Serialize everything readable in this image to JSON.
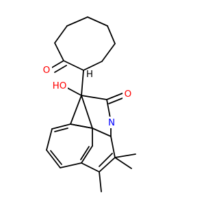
{
  "molecule": {
    "atom_labels": {
      "ketone_oxygen": "O",
      "lactam_oxygen": "O",
      "nitrogen": "N",
      "hydroxyl": "HO",
      "ring_junction_h": "H"
    },
    "colors": {
      "carbon_bond": "#000000",
      "oxygen": "#ff0000",
      "nitrogen": "#0000ff",
      "background": "#ffffff"
    }
  }
}
